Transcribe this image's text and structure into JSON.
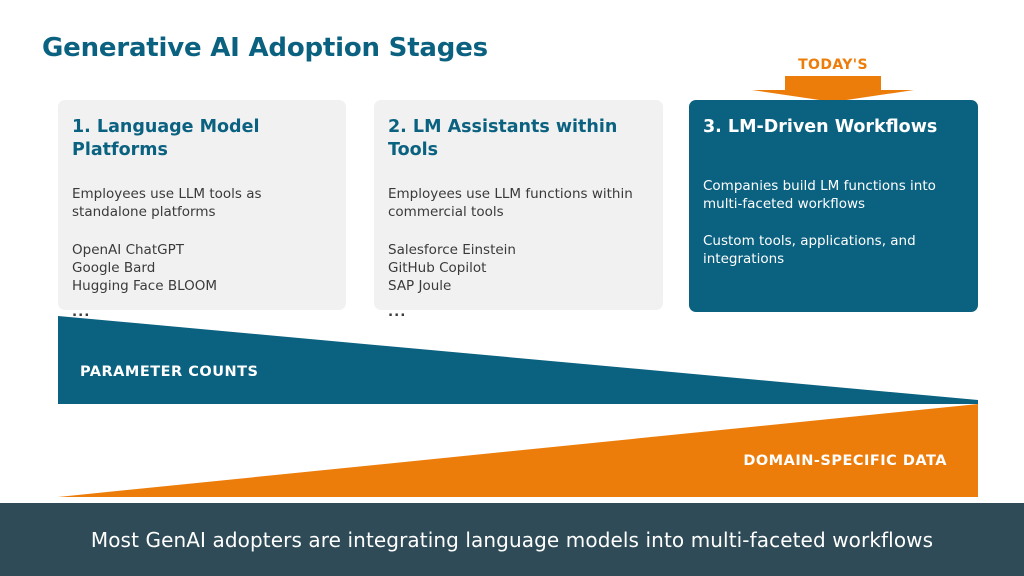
{
  "slide": {
    "title": "Generative AI Adoption Stages",
    "colors": {
      "teal": "#0B6180",
      "orange": "#ED7D0A",
      "card_light": "#F1F1F1",
      "footer": "#2E4B57",
      "body_text": "#3A3A3A",
      "white": "#FFFFFF"
    }
  },
  "badge": {
    "label": "TODAY'S"
  },
  "cards": [
    {
      "heading": "1. Language Model Platforms",
      "description": "Employees use LLM tools as standalone platforms",
      "examples": "OpenAI ChatGPT\nGoogle Bard\nHugging Face BLOOM",
      "ellipsis": "...",
      "highlighted": false
    },
    {
      "heading": "2. LM Assistants within Tools",
      "description": "Employees use LLM functions within commercial tools",
      "examples": "Salesforce Einstein\nGitHub Copilot\nSAP Joule",
      "ellipsis": "...",
      "highlighted": false
    },
    {
      "heading": "3. LM-Driven Workflows",
      "description": "Companies build LM functions into multi-faceted workflows",
      "examples": "Custom tools, applications, and integrations",
      "ellipsis": "",
      "highlighted": true
    }
  ],
  "wedges": [
    {
      "label": "PARAMETER COUNTS",
      "color": "#0B6180",
      "direction": "decreasing-left-to-right"
    },
    {
      "label": "DOMAIN-SPECIFIC DATA",
      "color": "#ED7D0A",
      "direction": "increasing-left-to-right"
    }
  ],
  "footer": {
    "text": "Most GenAI adopters are integrating language models into multi-faceted workflows"
  }
}
